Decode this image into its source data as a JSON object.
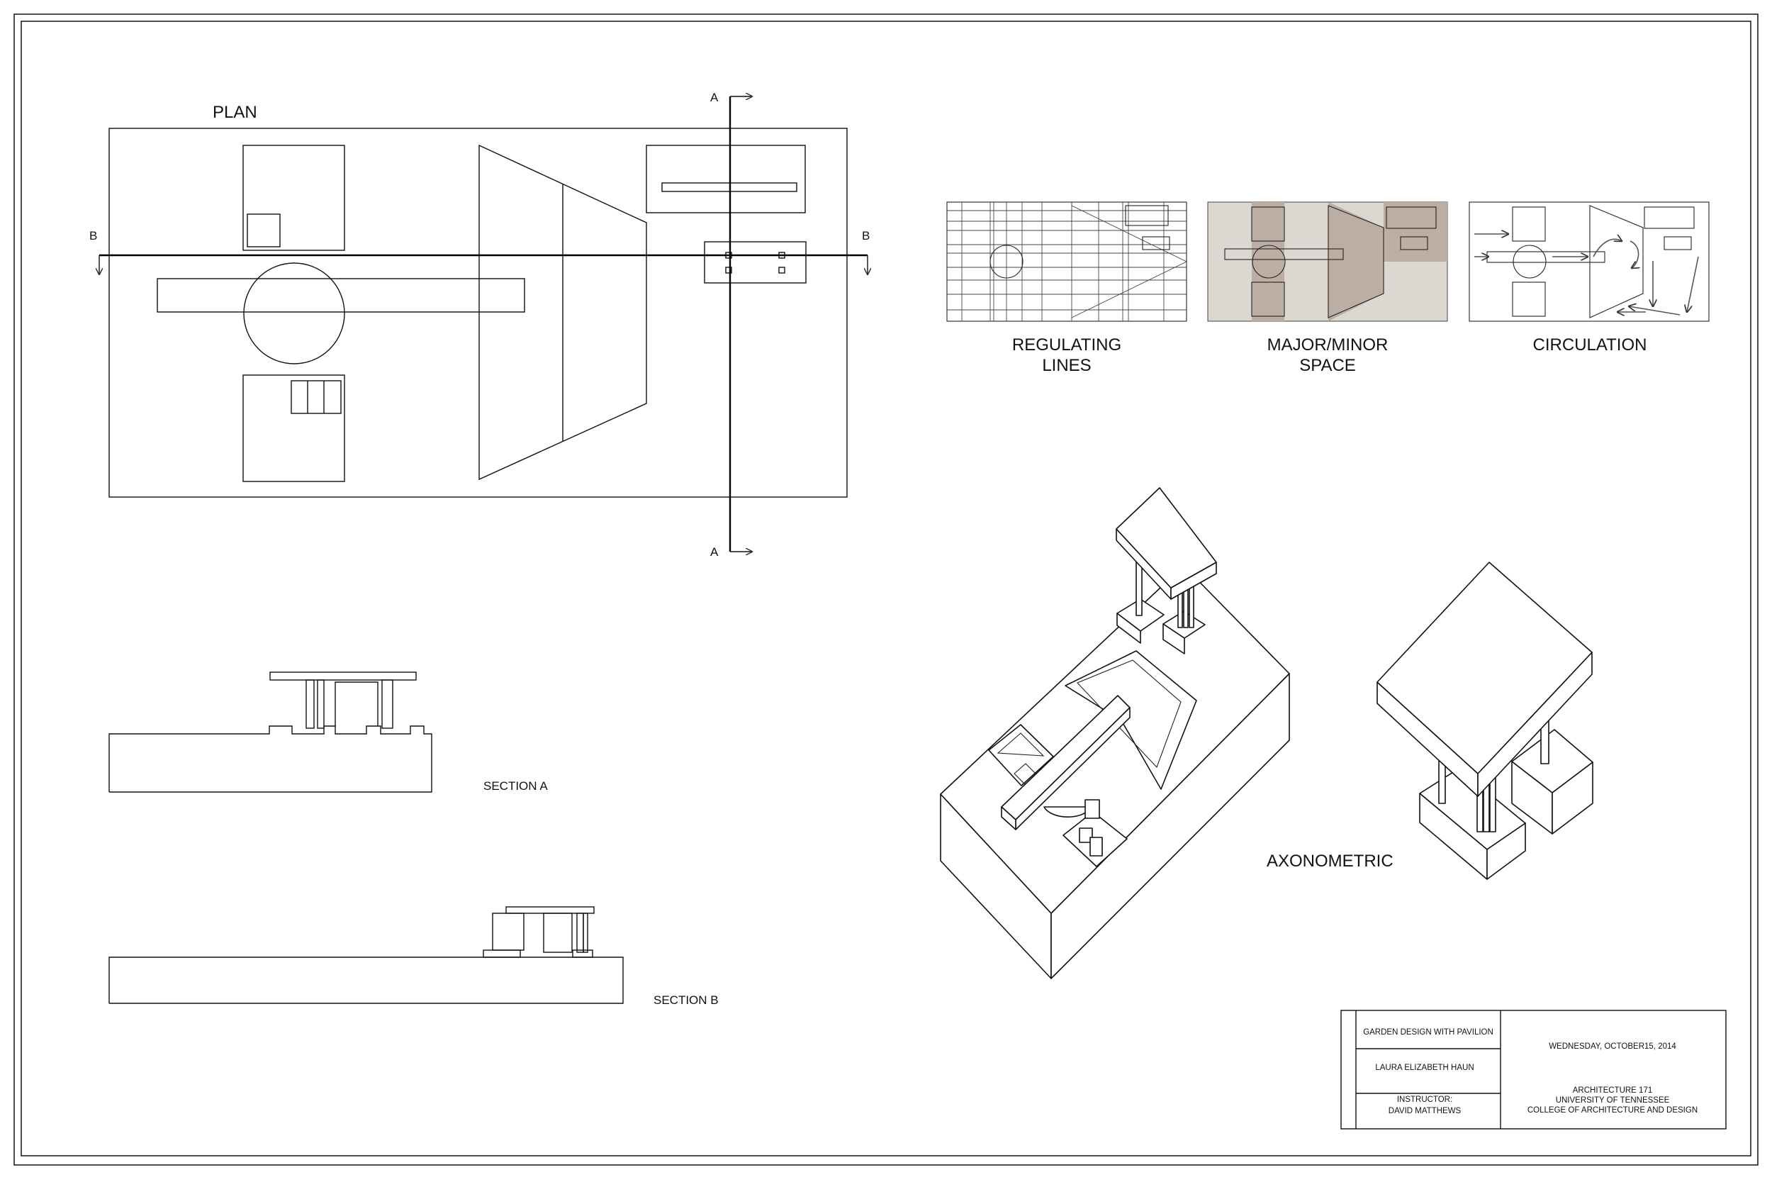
{
  "plan": {
    "label": "PLAN",
    "cut_a": "A",
    "cut_b": "B"
  },
  "diagrams": {
    "regulating": "REGULATING\nLINES",
    "majorminor": "MAJOR/MINOR\nSPACE",
    "circulation": "CIRCULATION"
  },
  "sections": {
    "a": "SECTION A",
    "b": "SECTION B"
  },
  "axonometric": {
    "label": "AXONOMETRIC"
  },
  "title_block": {
    "project": "GARDEN DESIGN WITH PAVILION",
    "student": "LAURA ELIZABETH HAUN",
    "instructor_label": "INSTRUCTOR:",
    "instructor": "DAVID MATTHEWS",
    "date": "WEDNESDAY, OCTOBER15, 2014",
    "course": "ARCHITECTURE 171",
    "university": "UNIVERSITY OF TENNESSEE",
    "college": "COLLEGE OF ARCHITECTURE AND DESIGN"
  },
  "colors": {
    "ink": "#111111",
    "tone_light": "#dcd8d1",
    "tone_dark": "#bdaea4"
  }
}
